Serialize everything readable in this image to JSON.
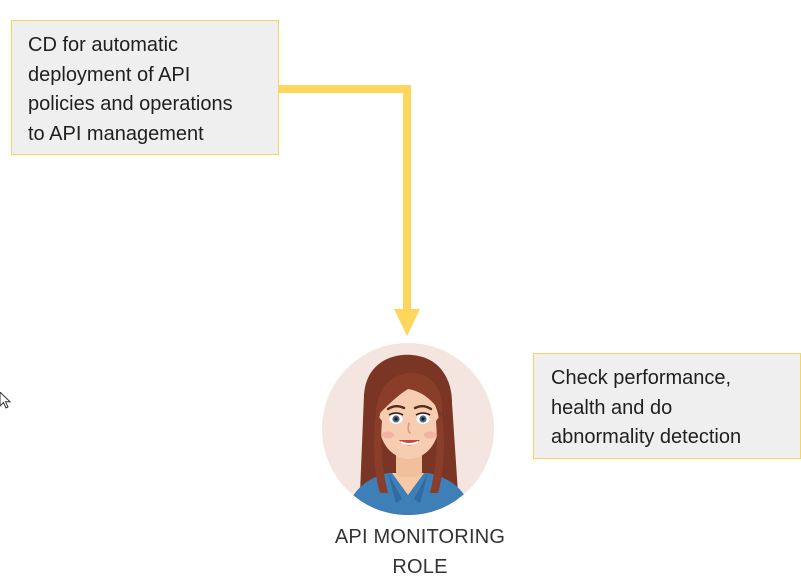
{
  "notes": {
    "top": {
      "lines": [
        "CD for automatic",
        "deployment of API",
        "policies and operations",
        "to API management"
      ]
    },
    "right": {
      "lines": [
        "Check performance,",
        "health and do",
        "abnormality detection"
      ]
    }
  },
  "role": {
    "lines": [
      "API MONITORING",
      "ROLE"
    ]
  },
  "colors": {
    "connector": "#ffd65c",
    "note_border": "#f7d35f",
    "note_fill": "#efefef",
    "avatar_bg": "#f4e5e0"
  },
  "icons": {
    "avatar": "woman-avatar-icon",
    "cursor": "mouse-pointer-icon"
  }
}
